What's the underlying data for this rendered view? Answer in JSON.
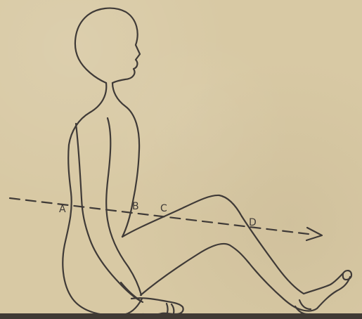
{
  "labels": {
    "a": "A",
    "b": "B",
    "c": "C",
    "d": "D"
  },
  "colors": {
    "paper": "#d8c9a4",
    "ink": "#3f3a37",
    "ground": "#403a34"
  }
}
